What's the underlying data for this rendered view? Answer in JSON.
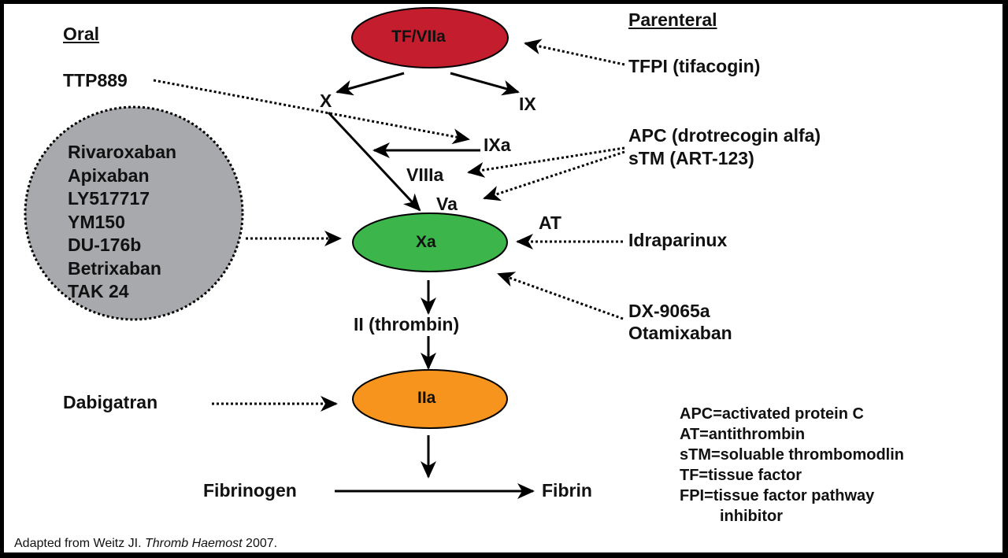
{
  "headers": {
    "oral": "Oral",
    "parenteral": "Parenteral"
  },
  "nodes": {
    "tf_viia": {
      "label": "TF/VIIa",
      "color": "#c41e2e"
    },
    "xa": {
      "label": "Xa",
      "color": "#3cb54a"
    },
    "iia": {
      "label": "IIa",
      "color": "#f7941d"
    }
  },
  "factors": {
    "x": "X",
    "ix": "IX",
    "ixa": "IXa",
    "viiia": "VIIIa",
    "va": "Va",
    "ii": "II (thrombin)",
    "fibrinogen": "Fibrinogen",
    "fibrin": "Fibrin",
    "at": "AT"
  },
  "oral_drugs": {
    "ttp889": "TTP889",
    "xa_inhibitors": [
      "Rivaroxaban",
      "Apixaban",
      "LY517717",
      "YM150",
      "DU-176b",
      "Betrixaban",
      "TAK 24"
    ],
    "xa_inhibitors_bg": "#a7a9ac",
    "dabigatran": "Dabigatran"
  },
  "parenteral_drugs": {
    "tfpi": "TFPI (tifacogin)",
    "apc": "APC (drotrecogin alfa)",
    "stm": "sTM (ART-123)",
    "idraparinux": "Idraparinux",
    "dx9065a": "DX-9065a",
    "otamixaban": "Otamixaban"
  },
  "legend": [
    "APC=activated protein C",
    "AT=antithrombin",
    "sTM=soluable thrombomodlin",
    "TF=tissue factor",
    "FPI=tissue factor pathway",
    "inhibitor"
  ],
  "credit": {
    "prefix": "Adapted from Weitz JI. ",
    "journal": "Thromb Haemost",
    "year": " 2007."
  }
}
